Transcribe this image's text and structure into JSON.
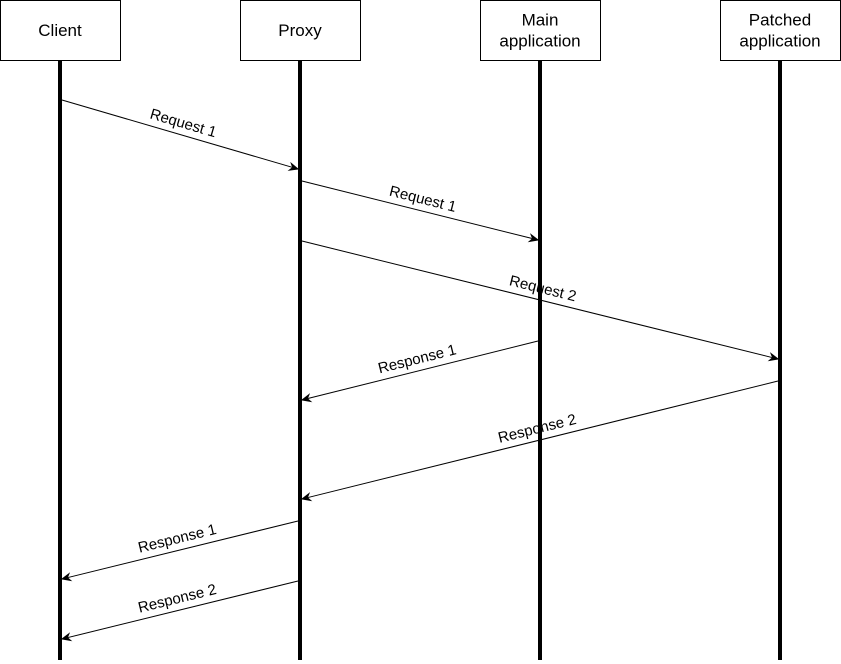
{
  "participants": [
    {
      "id": "client",
      "lines": [
        "Client"
      ]
    },
    {
      "id": "proxy",
      "lines": [
        "Proxy"
      ]
    },
    {
      "id": "main",
      "lines": [
        "Main",
        "application"
      ]
    },
    {
      "id": "patched",
      "lines": [
        "Patched",
        "application"
      ]
    }
  ],
  "messages": [
    {
      "from": "client",
      "to": "proxy",
      "label": "Request 1"
    },
    {
      "from": "proxy",
      "to": "main",
      "label": "Request 1"
    },
    {
      "from": "proxy",
      "to": "patched",
      "label": "Request 2"
    },
    {
      "from": "main",
      "to": "proxy",
      "label": "Response 1"
    },
    {
      "from": "patched",
      "to": "proxy",
      "label": "Response 2"
    },
    {
      "from": "proxy",
      "to": "client",
      "label": "Response 1"
    },
    {
      "from": "proxy",
      "to": "client",
      "label": "Response 2"
    }
  ]
}
